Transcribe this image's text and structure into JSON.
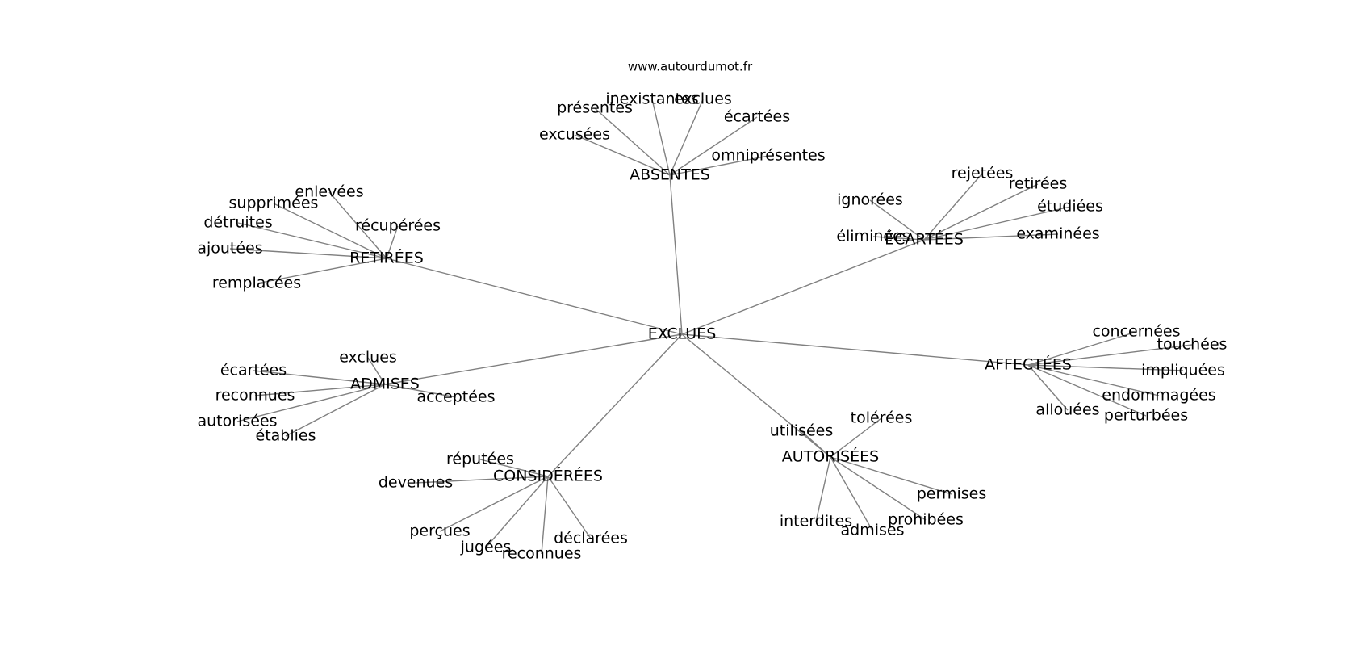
{
  "header": {
    "site": "www.autourdumot.fr"
  },
  "graph": {
    "center": "EXCLUES",
    "hubs": [
      {
        "label": "ABSENTES",
        "leaves": [
          "inexistantes",
          "exclues",
          "présentes",
          "écartées",
          "excusées",
          "omniprésentes"
        ]
      },
      {
        "label": "RETIRÉES",
        "leaves": [
          "enlevées",
          "supprimées",
          "détruites",
          "récupérées",
          "ajoutées",
          "remplacées"
        ]
      },
      {
        "label": "ÉCARTÉES",
        "leaves": [
          "rejetées",
          "retirées",
          "ignorées",
          "étudiées",
          "éliminées",
          "examinées"
        ]
      },
      {
        "label": "ADMISES",
        "leaves": [
          "exclues",
          "écartées",
          "reconnues",
          "acceptées",
          "autorisées",
          "établies"
        ]
      },
      {
        "label": "AFFECTÉES",
        "leaves": [
          "concernées",
          "touchées",
          "impliquées",
          "endommagées",
          "allouées",
          "perturbées"
        ]
      },
      {
        "label": "AUTORISÉES",
        "leaves": [
          "utilisées",
          "tolérées",
          "permises",
          "prohibées",
          "interdites",
          "admises"
        ]
      },
      {
        "label": "CONSIDÉRÉES",
        "leaves": [
          "réputées",
          "devenues",
          "perçues",
          "jugées",
          "reconnues",
          "déclarées"
        ]
      }
    ]
  },
  "colors": {
    "edge": "#808080",
    "text": "#000000",
    "background": "#ffffff"
  }
}
